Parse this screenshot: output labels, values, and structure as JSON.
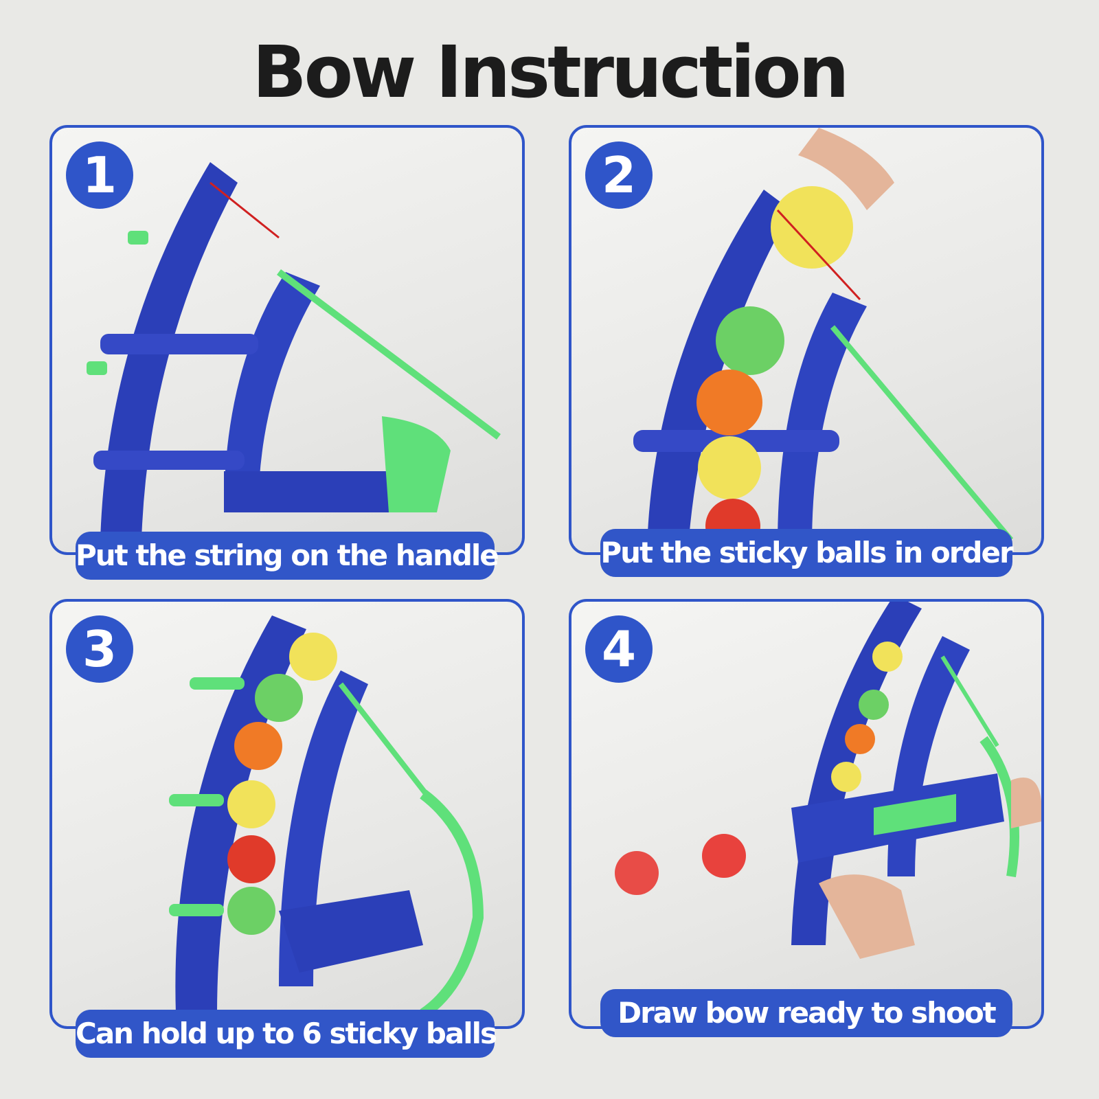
{
  "title": "Bow Instruction",
  "colors": {
    "accent_blue": "#2f55c9",
    "caption_blue": "#3156c8",
    "bow_blue": "#2b3fb8",
    "string_green": "#5fe07a",
    "background": "#e9e9e6"
  },
  "steps": [
    {
      "number": "1",
      "caption": "Put the string on the handle"
    },
    {
      "number": "2",
      "caption": "Put the sticky balls in order"
    },
    {
      "number": "3",
      "caption": "Can hold up to 6 sticky balls"
    },
    {
      "number": "4",
      "caption": "Draw bow ready to shoot"
    }
  ]
}
